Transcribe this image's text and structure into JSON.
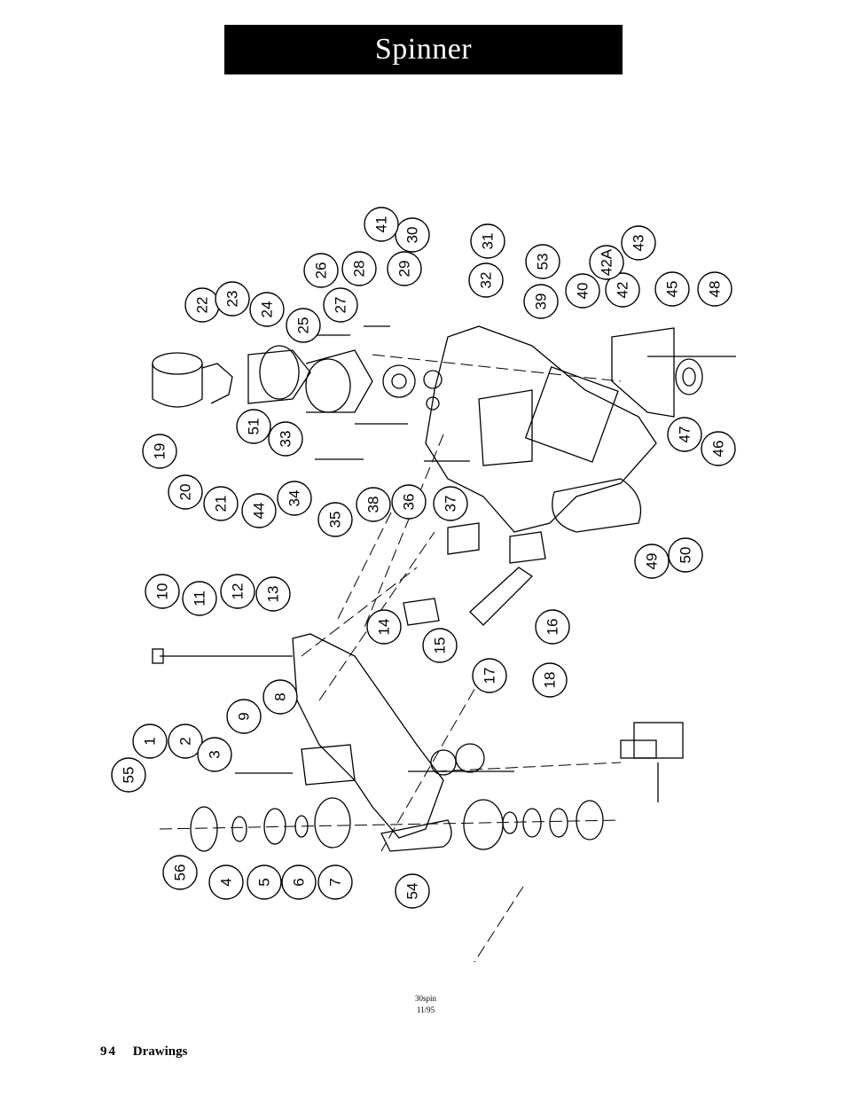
{
  "header": {
    "title": "Spinner"
  },
  "drawing": {
    "callouts": [
      "1",
      "2",
      "3",
      "4",
      "5",
      "6",
      "7",
      "8",
      "9",
      "10",
      "11",
      "12",
      "13",
      "14",
      "15",
      "16",
      "17",
      "18",
      "19",
      "20",
      "21",
      "22",
      "23",
      "24",
      "25",
      "26",
      "27",
      "28",
      "29",
      "30",
      "31",
      "32",
      "33",
      "34",
      "35",
      "36",
      "37",
      "38",
      "39",
      "40",
      "41",
      "42",
      "42A",
      "43",
      "44",
      "45",
      "46",
      "47",
      "48",
      "49",
      "50",
      "51",
      "53",
      "54",
      "55",
      "56"
    ]
  },
  "drawing_code": {
    "line1": "30spin",
    "line2": "11/95"
  },
  "footer": {
    "page_number": "94",
    "section": "Drawings"
  }
}
